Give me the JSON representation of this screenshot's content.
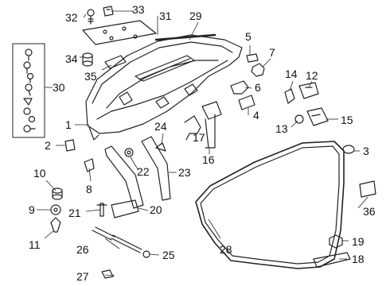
{
  "diagram": {
    "callouts": [
      "1",
      "2",
      "3",
      "4",
      "5",
      "6",
      "7",
      "8",
      "9",
      "10",
      "11",
      "12",
      "13",
      "14",
      "15",
      "16",
      "17",
      "18",
      "19",
      "20",
      "21",
      "22",
      "23",
      "24",
      "25",
      "26",
      "27",
      "28",
      "29",
      "30",
      "31",
      "32",
      "33",
      "34",
      "35",
      "36"
    ]
  },
  "colors": {
    "line": "#222222",
    "background": "#ffffff"
  }
}
